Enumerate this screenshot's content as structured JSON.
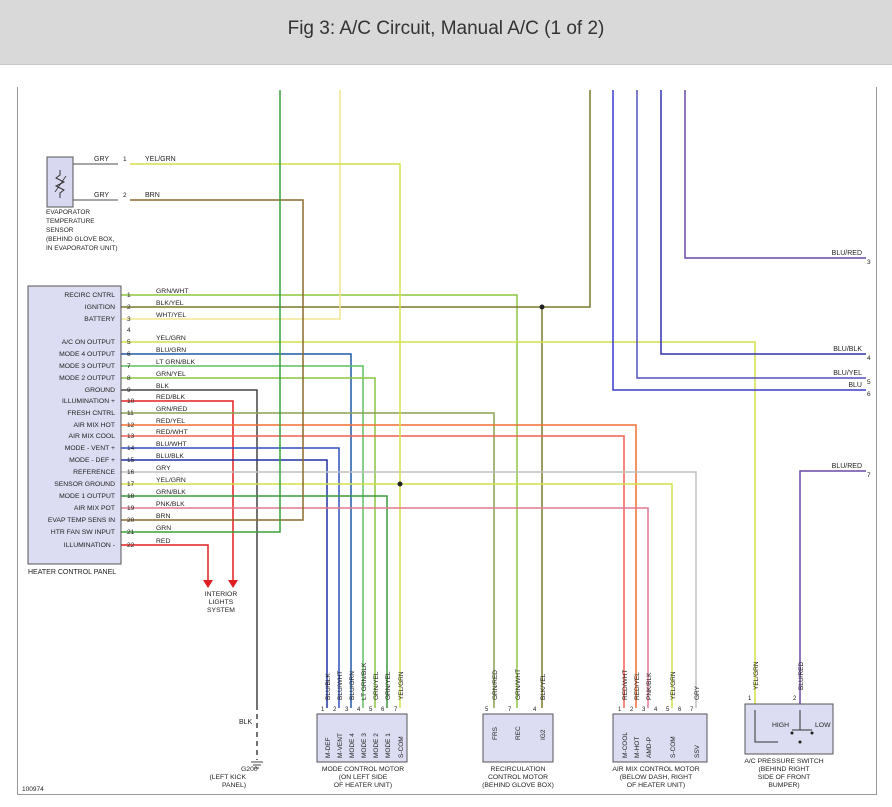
{
  "header": {
    "title": "Fig 3: A/C Circuit, Manual A/C (1 of 2)"
  },
  "evap_sensor": {
    "label_lines": [
      "EVAPORATOR",
      "TEMPERATURE",
      "SENSOR",
      "(BEHIND GLOVE BOX,",
      "IN EVAPORATOR UNIT)"
    ],
    "pins": [
      {
        "pin": "1",
        "left_color": "GRY",
        "right_color": "YEL/GRN"
      },
      {
        "pin": "2",
        "left_color": "GRY",
        "right_color": "BRN"
      }
    ]
  },
  "panel": {
    "label": "HEATER CONTROL PANEL",
    "pins": [
      {
        "pin": "1",
        "name": "RECIRC CNTRL",
        "wire": "GRN/WHT"
      },
      {
        "pin": "2",
        "name": "IGNITION",
        "wire": "BLK/YEL"
      },
      {
        "pin": "3",
        "name": "BATTERY",
        "wire": "WHT/YEL"
      },
      {
        "pin": "4",
        "name": "",
        "wire": ""
      },
      {
        "pin": "5",
        "name": "A/C ON OUTPUT",
        "wire": "YEL/GRN"
      },
      {
        "pin": "6",
        "name": "MODE 4 OUTPUT",
        "wire": "BLU/GRN"
      },
      {
        "pin": "7",
        "name": "MODE 3 OUTPUT",
        "wire": "LT GRN/BLK"
      },
      {
        "pin": "8",
        "name": "MODE 2 OUTPUT",
        "wire": "GRN/YEL"
      },
      {
        "pin": "9",
        "name": "GROUND",
        "wire": "BLK"
      },
      {
        "pin": "10",
        "name": "ILLUMINATION +",
        "wire": "RED/BLK"
      },
      {
        "pin": "11",
        "name": "FRESH CNTRL",
        "wire": "GRN/RED"
      },
      {
        "pin": "12",
        "name": "AIR MIX HOT",
        "wire": "RED/YEL"
      },
      {
        "pin": "13",
        "name": "AIR MIX COOL",
        "wire": "RED/WHT"
      },
      {
        "pin": "14",
        "name": "MODE - VENT +",
        "wire": "BLU/WHT"
      },
      {
        "pin": "15",
        "name": "MODE - DEF +",
        "wire": "BLU/BLK"
      },
      {
        "pin": "16",
        "name": "REFERENCE",
        "wire": "GRY"
      },
      {
        "pin": "17",
        "name": "SENSOR GROUND",
        "wire": "YEL/GRN"
      },
      {
        "pin": "18",
        "name": "MODE 1 OUTPUT",
        "wire": "GRN/BLK"
      },
      {
        "pin": "19",
        "name": "AIR MIX POT",
        "wire": "PNK/BLK"
      },
      {
        "pin": "20",
        "name": "EVAP TEMP SENS IN",
        "wire": "BRN"
      },
      {
        "pin": "21",
        "name": "HTR FAN SW INPUT",
        "wire": "GRN"
      },
      {
        "pin": "22",
        "name": "ILLUMINATION -",
        "wire": "RED"
      }
    ]
  },
  "right_wires": [
    {
      "label": "BLU/RED",
      "num": "3"
    },
    {
      "label": "BLU/BLK",
      "num": "4"
    },
    {
      "label": "BLU/YEL",
      "num": "5"
    },
    {
      "label": "BLU",
      "num": "6"
    },
    {
      "label": "BLU/RED",
      "num": "7"
    }
  ],
  "interior_lights": [
    "INTERIOR",
    "LIGHTS",
    "SYSTEM"
  ],
  "ground": {
    "wire": "BLK",
    "name": "G200",
    "lines": [
      "(LEFT KICK",
      "PANEL)"
    ]
  },
  "mode_motor": {
    "wires": [
      "BLU/BLK",
      "BLU/WHT",
      "BLU/GRN",
      "LT GRN/BLK",
      "GRN/YEL",
      "GRN/YEL",
      "YEL/GRN"
    ],
    "pins": [
      "1",
      "2",
      "3",
      "4",
      "5",
      "6",
      "7"
    ],
    "terms": [
      "M-DEF",
      "M-VENT",
      "MODE 4",
      "MODE 3",
      "MODE 2",
      "MODE 1",
      "S-COM"
    ],
    "label_lines": [
      "MODE CONTROL MOTOR",
      "(ON LEFT SIDE",
      "OF HEATER UNIT)"
    ]
  },
  "recirc_motor": {
    "wires": [
      "GRN/RED",
      "GRN/WHT",
      "BLK/YEL"
    ],
    "pins": [
      "5",
      "7",
      "4"
    ],
    "terms": [
      "FRS",
      "REC",
      "IG2"
    ],
    "label_lines": [
      "RECIRCULATION",
      "CONTROL MOTOR",
      "(BEHIND GLOVE BOX)"
    ]
  },
  "airmix_motor": {
    "wires": [
      "RED/WHT",
      "RED/YEL",
      "PNK/BLK",
      "YEL/GRN",
      "GRY"
    ],
    "pins": [
      "1",
      "2",
      "3",
      "4",
      "5",
      "6",
      "7"
    ],
    "terms": [
      "M-COOL",
      "M-HOT",
      "AMD-P",
      "S-COM",
      "SSV"
    ],
    "label_lines": [
      "AIR MIX CONTROL MOTOR",
      "(BELOW DASH, RIGHT",
      "OF HEATER UNIT)"
    ]
  },
  "pressure_switch": {
    "wires": [
      "YEL/GRN",
      "BLU/RED"
    ],
    "pins": [
      "1",
      "2"
    ],
    "high": "HIGH",
    "low": "LOW",
    "label_lines": [
      "A/C PRESSURE SWITCH",
      "(BEHIND RIGHT",
      "SIDE OF FRONT",
      "BUMPER)"
    ]
  },
  "figure_id": "100974"
}
